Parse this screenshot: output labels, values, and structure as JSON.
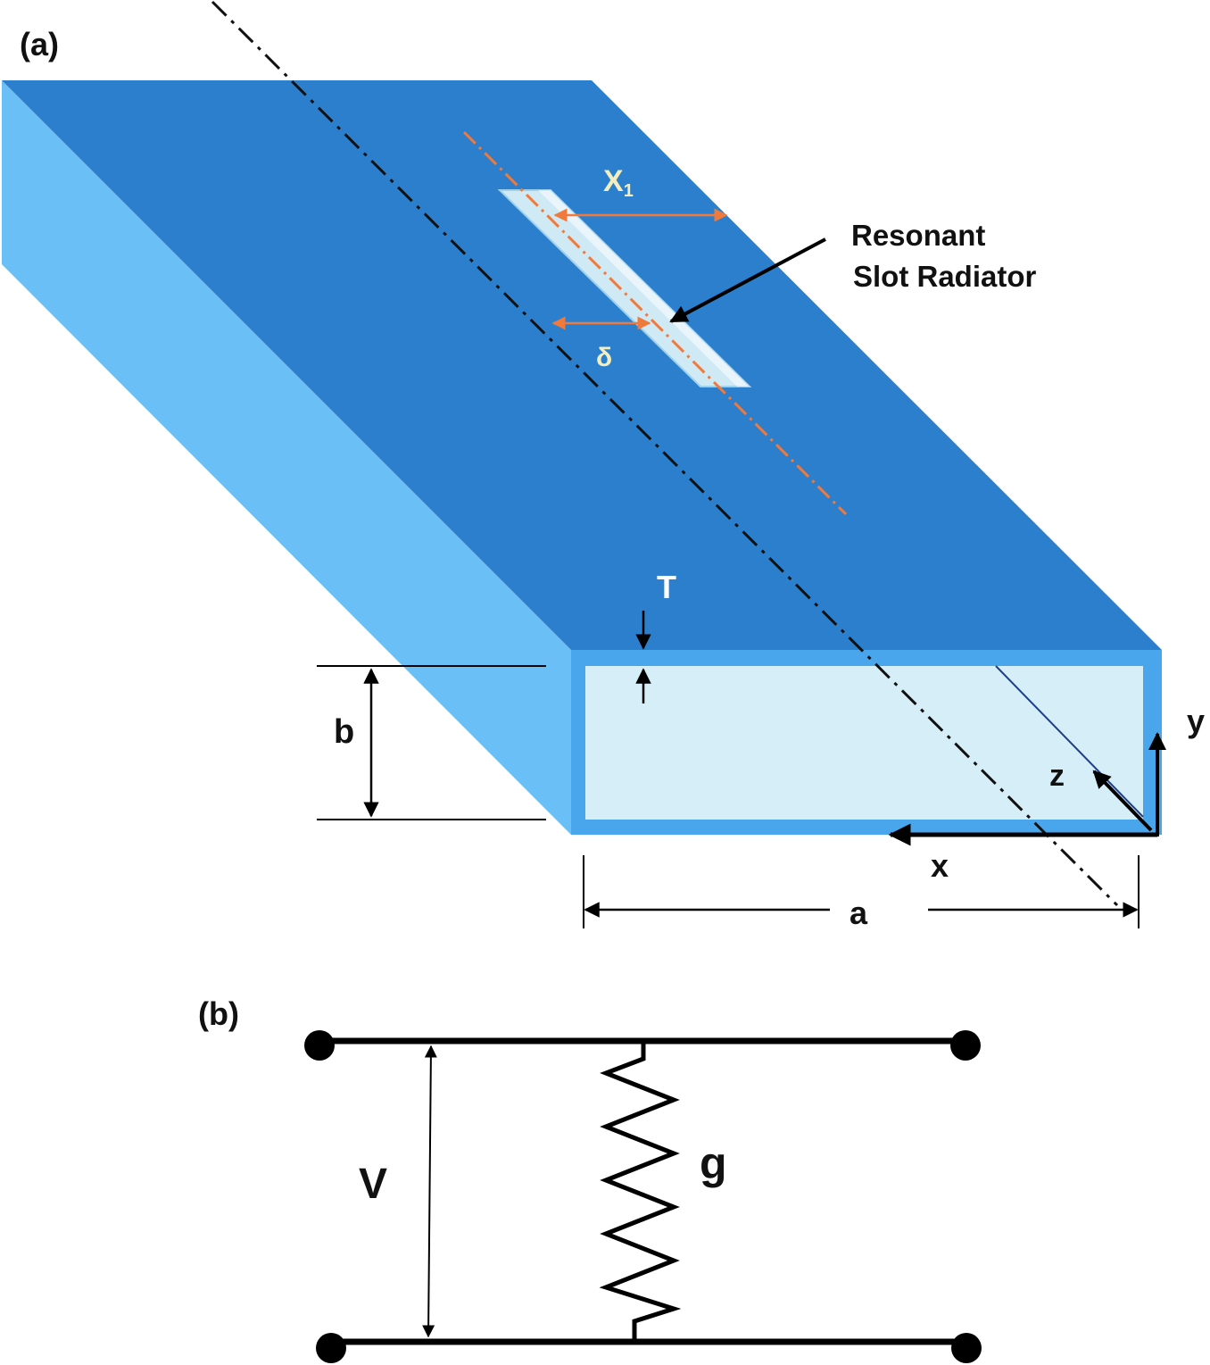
{
  "panel_a": {
    "label": "(a)",
    "slot_callout_line1": "Resonant",
    "slot_callout_line2": "Slot Radiator",
    "offset_label_main": "X",
    "offset_label_sub": "1",
    "delta_label": "δ",
    "thickness_label": "T",
    "height_label": "b",
    "width_label": "a",
    "axis_x": "x",
    "axis_y": "y",
    "axis_z": "z",
    "colors": {
      "top_face": "#2b7fcc",
      "side_face": "#6bbff7",
      "front_frame": "#4aa6ec",
      "interior": "#d6eef8",
      "slot": "#d3ecf7",
      "offset_arrow": "#f07a3c",
      "centerline": "#111111"
    }
  },
  "panel_b": {
    "label": "(b)",
    "voltage_label": "V",
    "conductance_label": "g"
  }
}
